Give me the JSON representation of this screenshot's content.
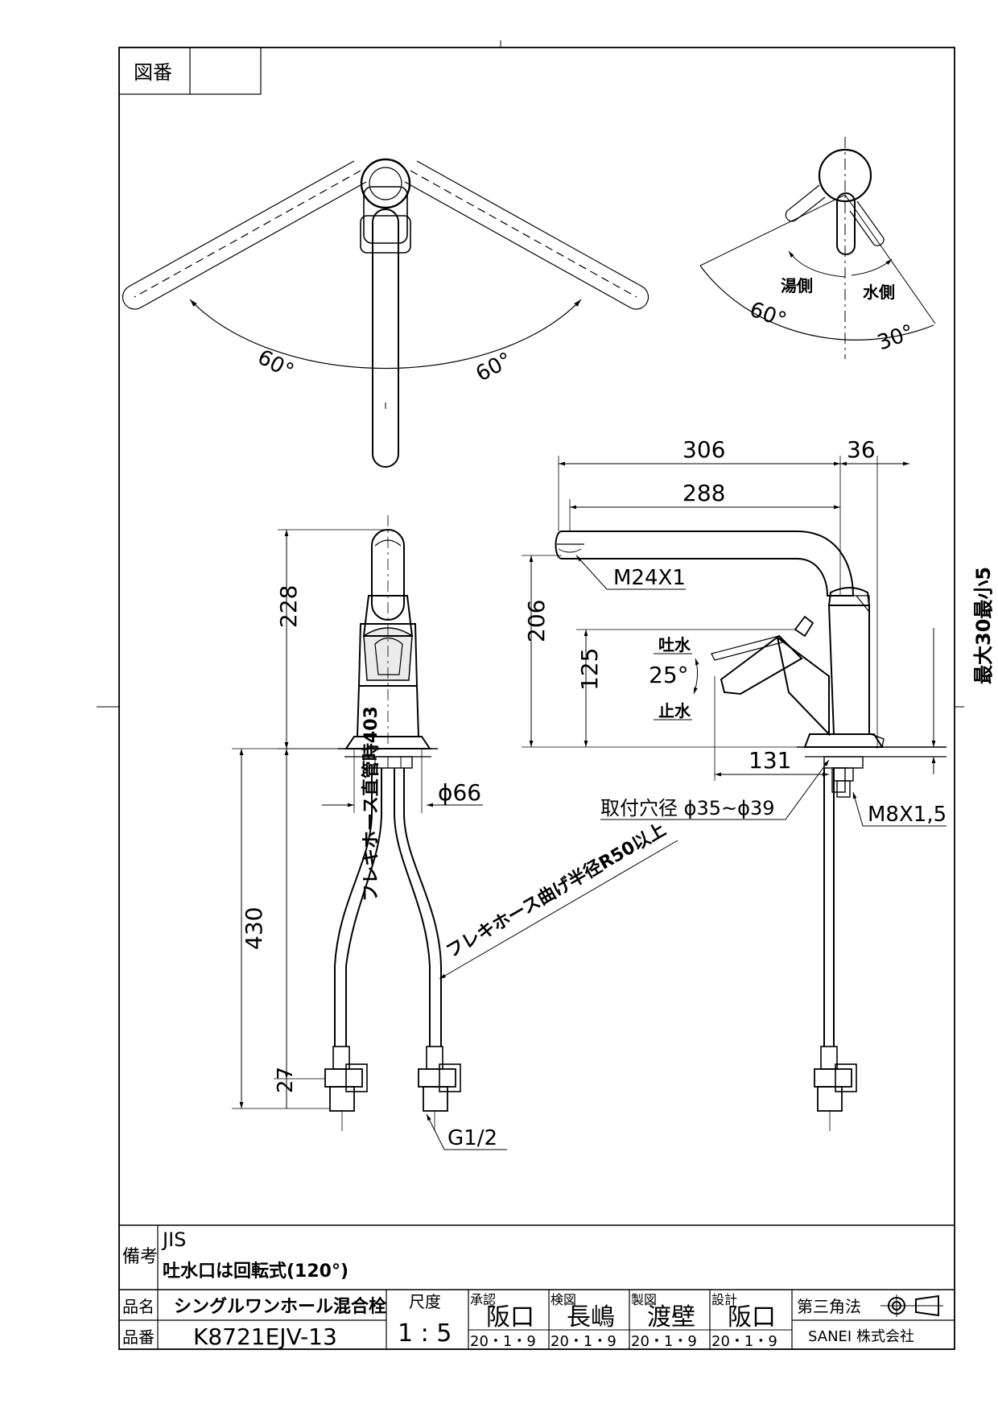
{
  "header": {
    "drawing_no_label": "図番",
    "drawing_no_value": ""
  },
  "top_view": {
    "angle_left": "60°",
    "angle_right": "60°"
  },
  "lever_view": {
    "hot_label": "湯側",
    "cold_label": "水側",
    "hot_angle": "60°",
    "cold_angle": "30°"
  },
  "front_view": {
    "dim_height": "228",
    "dim_diameter": "ϕ66",
    "dim_hose_length": "430",
    "hose_straight_note": "フレキホース直管時403",
    "dim_bottom": "27",
    "hose_bend_note": "フレキホース曲げ半径R50以上",
    "thread_inlet": "G1/2"
  },
  "side_view": {
    "dim_306": "306",
    "dim_36": "36",
    "dim_288": "288",
    "thread_spout": "M24X1",
    "dim_206": "206",
    "dim_125": "125",
    "spout_label": "吐水",
    "lever_angle": "25°",
    "stop_label": "止水",
    "counter_thickness": "最大30最小5",
    "dim_131": "131",
    "mount_hole": "取付穴径 ϕ35~ϕ39",
    "thread_stud": "M8X1,5"
  },
  "notes": {
    "label": "備考",
    "line1": "JIS",
    "line2": "吐水口は回転式(120°)"
  },
  "title_block": {
    "name_label": "品名",
    "name_value": "シングルワンホール混合栓",
    "part_label": "品番",
    "part_value": "K8721EJV-13",
    "scale_label": "尺度",
    "scale_value": "1 : 5",
    "approve_label": "承認",
    "approve_name": "阪口",
    "approve_date": "20・1・9",
    "check_label": "検図",
    "check_name": "長嶋",
    "check_date": "20・1・9",
    "draw_label": "製図",
    "draw_name": "渡壁",
    "draw_date": "20・1・9",
    "design_label": "設計",
    "design_name": "阪口",
    "design_date": "20・1・9",
    "projection_label": "第三角法",
    "company": "SANEI 株式会社"
  }
}
